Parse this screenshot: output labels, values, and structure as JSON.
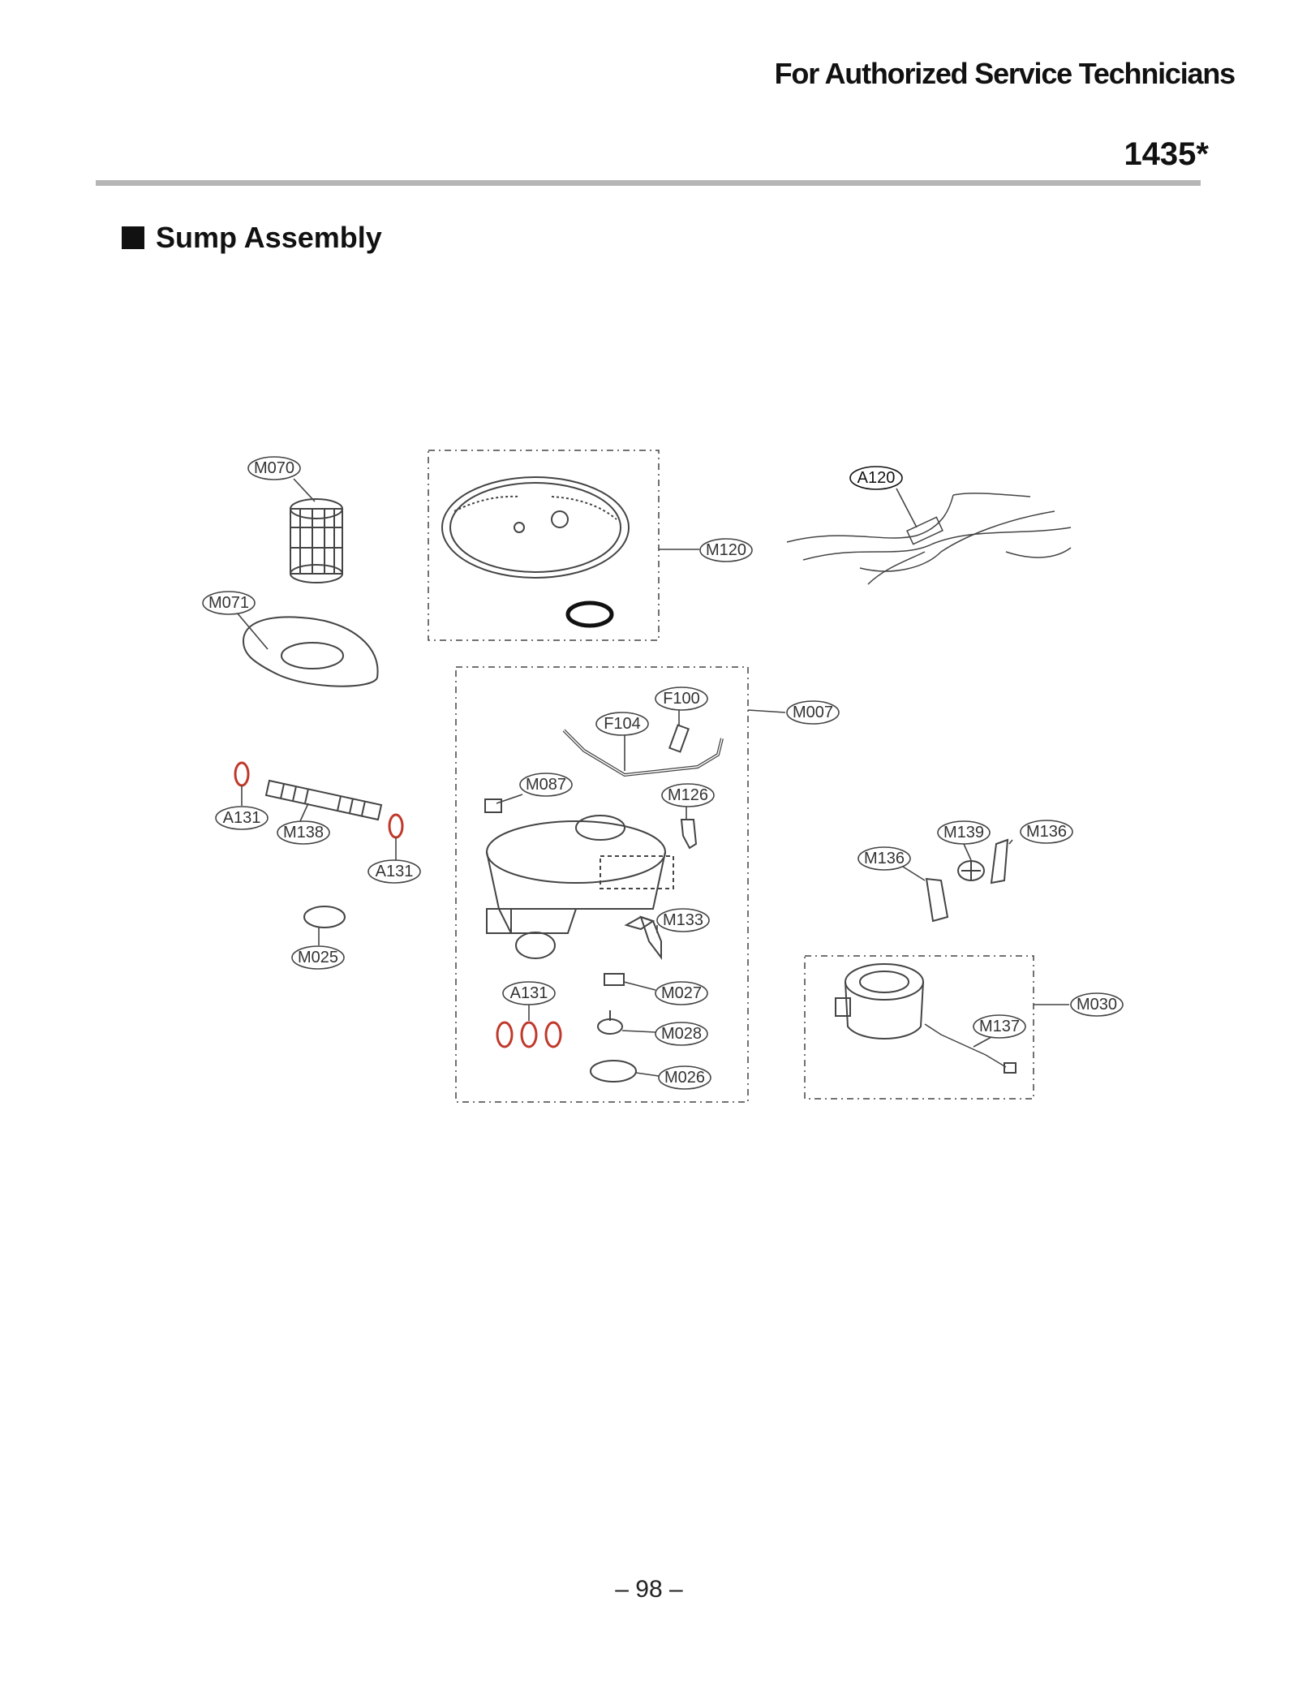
{
  "header": {
    "title": "For Authorized Service Technicians",
    "model": "1435*"
  },
  "section": {
    "title": "Sump Assembly"
  },
  "callouts": {
    "M070": "M070",
    "M071": "M071",
    "M120": "M120",
    "A120": "A120",
    "M007": "M007",
    "F100": "F100",
    "F104": "F104",
    "M087": "M087",
    "M126": "M126",
    "A131_left": "A131",
    "M138": "M138",
    "A131_right": "A131",
    "M025": "M025",
    "M133": "M133",
    "A131_center": "A131",
    "M027": "M027",
    "M028": "M028",
    "M026": "M026",
    "M139": "M139",
    "M136_a": "M136",
    "M136_b": "M136",
    "M030": "M030",
    "M137": "M137"
  },
  "colors": {
    "oring": "#c0392b",
    "rule": "#b5b5b5"
  },
  "footer": {
    "page": "– 98 –"
  }
}
